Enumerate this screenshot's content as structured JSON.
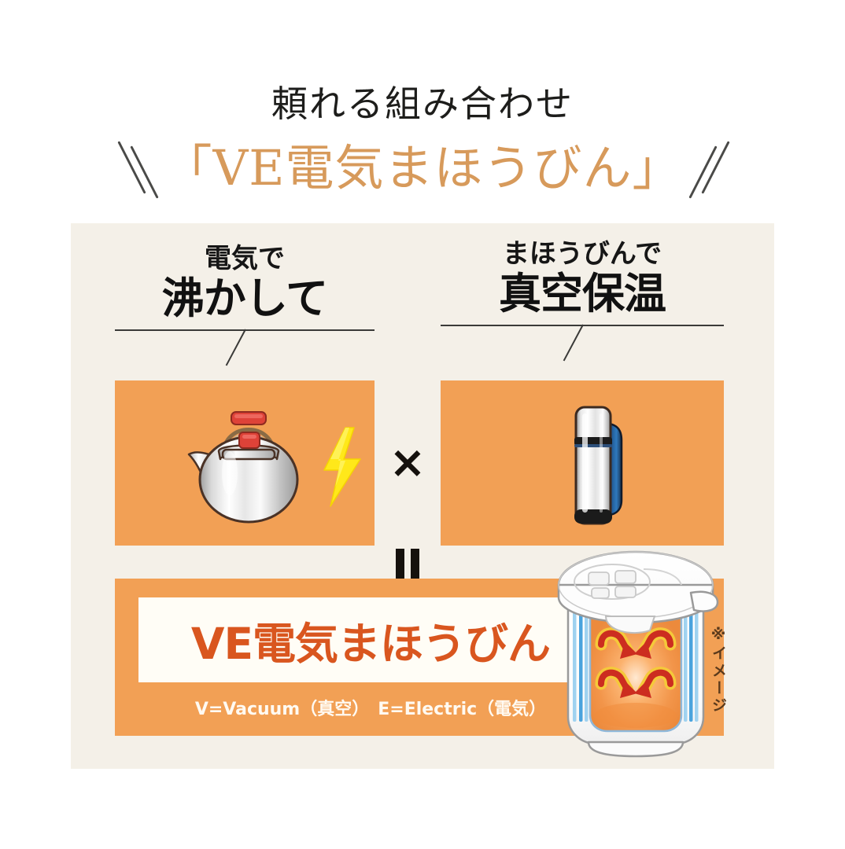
{
  "title": {
    "sub": "頼れる組み合わせ",
    "main": "「VE電気まほうびん」",
    "sub_color": "#1d1d1b",
    "main_color": "#d79a5b"
  },
  "panel": {
    "background": "#f4f0e8",
    "accent_orange": "#f2a055",
    "band_white": "#fffdf6",
    "result_text_color": "#d9561f"
  },
  "columns": [
    {
      "small": "電気で",
      "big": "沸かして",
      "illustration": "kettle-with-lightning-bolt"
    },
    {
      "small": "まほうびんで",
      "big": "真空保温",
      "illustration": "vacuum-thermos-flask"
    }
  ],
  "operators": {
    "multiply": "×",
    "equals": "="
  },
  "result": {
    "title": "VE電気まほうびん",
    "subtitle": "V=Vacuum（真空）　E=Electric（電気）",
    "illustration": "electric-vacuum-pot-cutaway",
    "note": "※イメージ"
  },
  "icons": {
    "kettle": "kettle-icon",
    "bolt": "lightning-bolt-icon",
    "thermos": "thermos-icon",
    "pot": "electric-pot-icon",
    "slash": "slash-decoration-icon"
  }
}
